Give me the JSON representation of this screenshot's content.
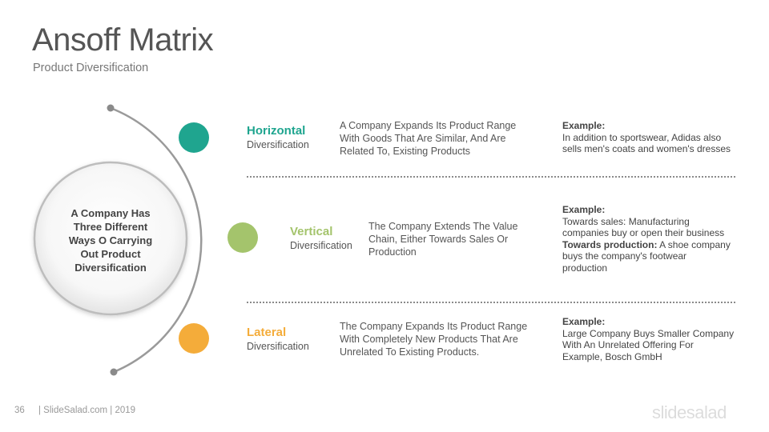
{
  "slide": {
    "title": "Ansoff Matrix",
    "subtitle": "Product Diversification",
    "center_text": [
      "A Company Has",
      "Three Different",
      "Ways O Carrying",
      "Out Product",
      "Diversification"
    ]
  },
  "items": [
    {
      "name": "Horizontal",
      "sub": "Diversification",
      "color": "#1fa58f",
      "desc": [
        "A Company Expands Its Product Range",
        "With Goods That Are Similar, And Are",
        "Related To, Existing Products"
      ],
      "example_heading": "Example:",
      "example_lines": [
        "In addition to sportswear, Adidas also",
        "sells men's coats and women's dresses"
      ]
    },
    {
      "name": "Vertical",
      "sub": "Diversification",
      "color": "#a4c46c",
      "desc": [
        "The Company Extends The Value",
        "Chain, Either Towards Sales Or",
        "Production"
      ],
      "example_heading": "Example:",
      "example_lines": [
        "Towards sales: Manufacturing",
        "companies buy or open their business"
      ],
      "example_bold2": "Towards production:",
      "example_lines2": [
        " A shoe company",
        "buys the company's footwear",
        "production"
      ]
    },
    {
      "name": "Lateral",
      "sub": "Diversification",
      "color": "#f4ac3a",
      "desc": [
        "The Company Expands Its Product Range",
        "With Completely New Products That Are",
        "Unrelated To Existing Products."
      ],
      "example_heading": "Example:",
      "example_lines": [
        "Large Company Buys Smaller Company",
        "With An Unrelated Offering For",
        "Example, Bosch GmbH"
      ]
    }
  ],
  "footer": {
    "page_number": "36",
    "text": "| SlideSalad.com | 2019",
    "logo": "slidesalad"
  }
}
